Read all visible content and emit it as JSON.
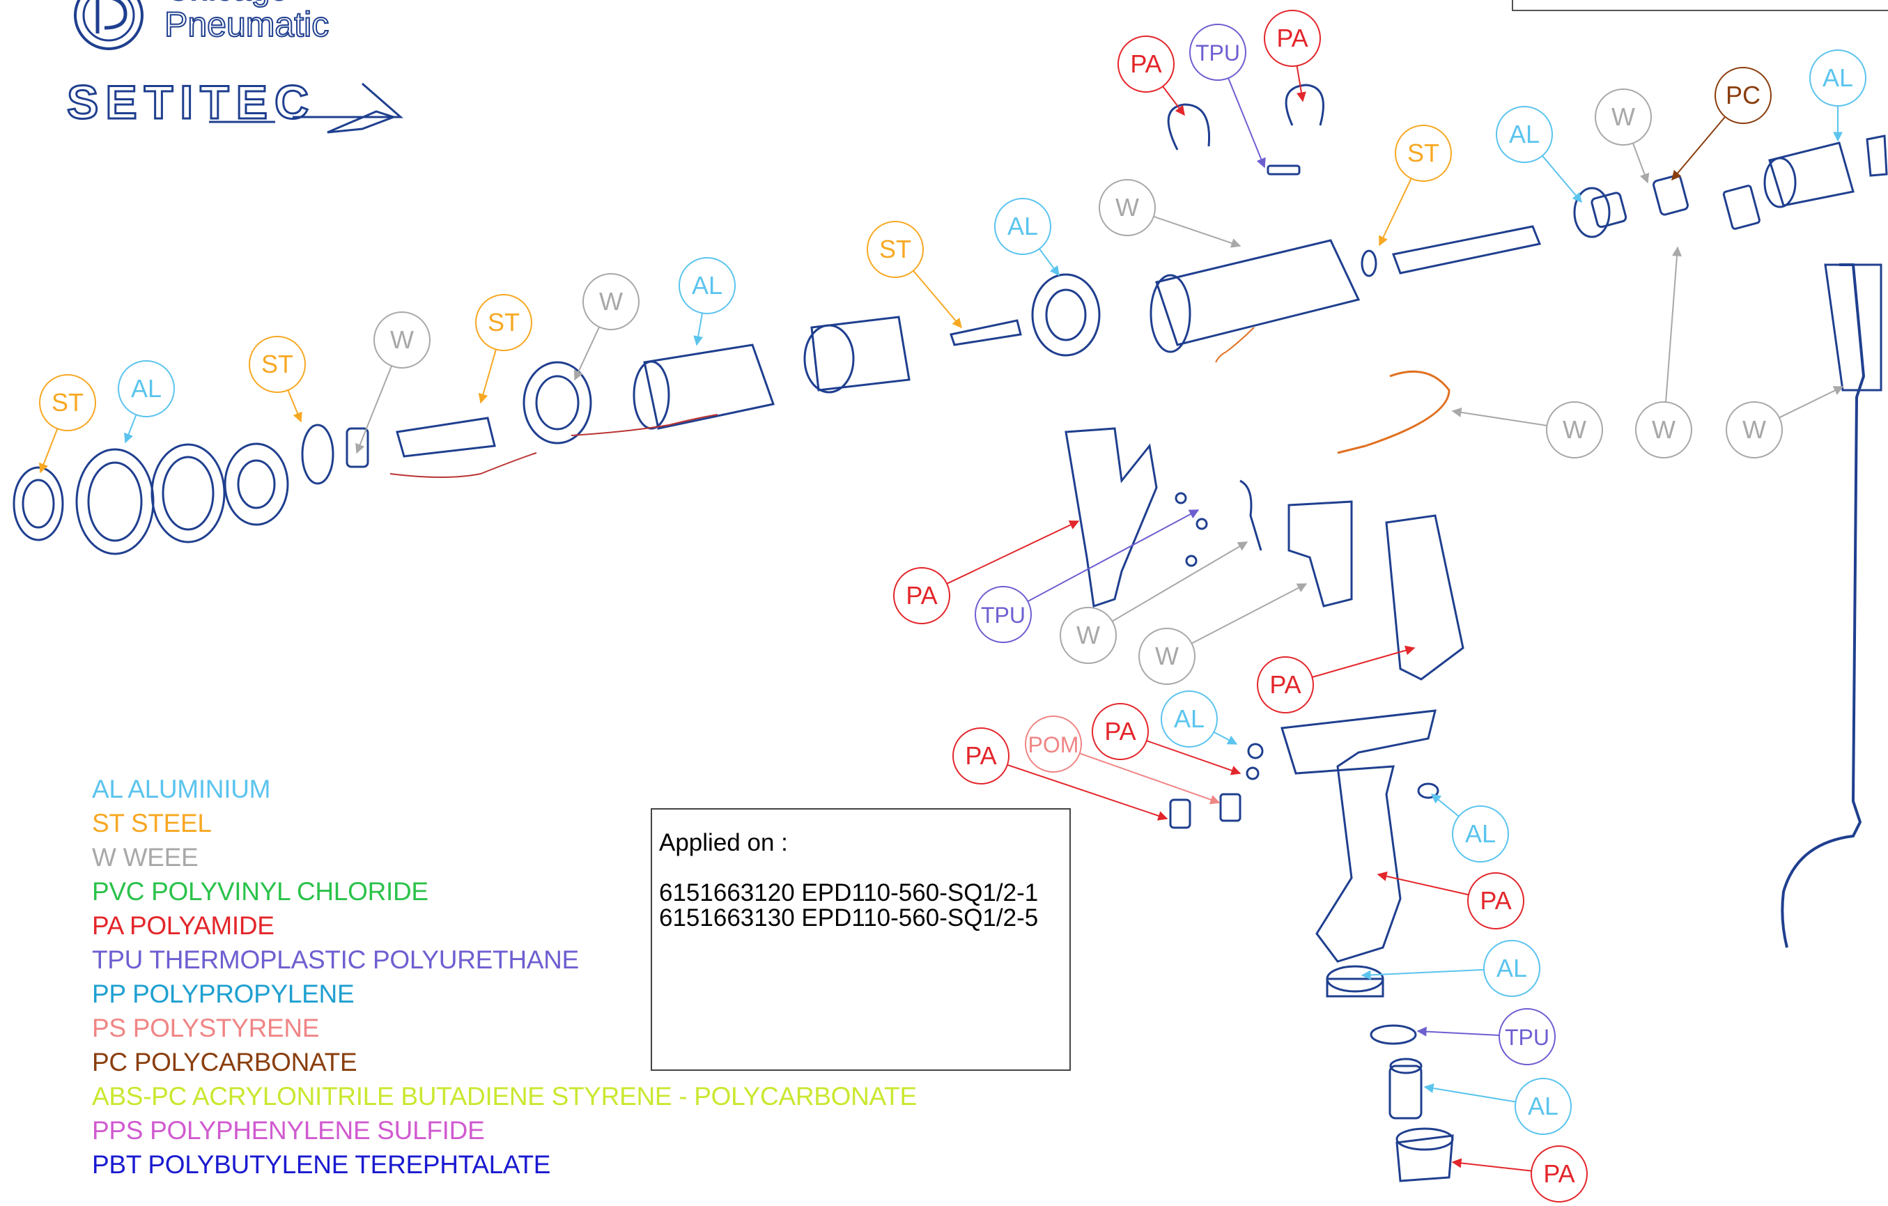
{
  "brand": {
    "top_text": "Chicago",
    "bottom_text": "Pneumatic",
    "sub_logo": "SETITEC"
  },
  "colors": {
    "AL": "#5bc4ee",
    "ST": "#f7a823",
    "W": "#a8a8a8",
    "PVC": "#2ac24a",
    "PA": "#e3262b",
    "TPU": "#6d5fd0",
    "PP": "#1e9fd0",
    "PS": "#f08585",
    "POM": "#f08585",
    "PC": "#8a3e0e",
    "ABS-PC": "#c9e830",
    "PPS": "#d05ad0",
    "PBT": "#1a1ad0",
    "parts": "#1f3f8f"
  },
  "legend": [
    {
      "code": "AL",
      "text": "AL ALUMINIUM"
    },
    {
      "code": "ST",
      "text": "ST STEEL"
    },
    {
      "code": "W",
      "text": "W WEEE"
    },
    {
      "code": "PVC",
      "text": "PVC POLYVINYL CHLORIDE"
    },
    {
      "code": "PA",
      "text": "PA POLYAMIDE"
    },
    {
      "code": "TPU",
      "text": "TPU THERMOPLASTIC POLYURETHANE"
    },
    {
      "code": "PP",
      "text": "PP POLYPROPYLENE"
    },
    {
      "code": "PS",
      "text": "PS POLYSTYRENE"
    },
    {
      "code": "PC",
      "text": "PC POLYCARBONATE"
    },
    {
      "code": "ABS-PC",
      "text": "ABS-PC ACRYLONITRILE BUTADIENE STYRENE - POLYCARBONATE"
    },
    {
      "code": "PPS",
      "text": "PPS POLYPHENYLENE SULFIDE"
    },
    {
      "code": "PBT",
      "text": "PBT POLYBUTYLENE TEREPHTALATE"
    }
  ],
  "applied_on": {
    "title": "Applied on :",
    "lines": [
      "6151663120 EPD110-560-SQ1/2-1",
      "6151663130 EPD110-560-SQ1/2-5"
    ]
  },
  "callouts": [
    {
      "label": "ST",
      "code": "ST"
    },
    {
      "label": "AL",
      "code": "AL"
    },
    {
      "label": "ST",
      "code": "ST"
    },
    {
      "label": "W",
      "code": "W"
    },
    {
      "label": "ST",
      "code": "ST"
    },
    {
      "label": "W",
      "code": "W"
    },
    {
      "label": "AL",
      "code": "AL"
    },
    {
      "label": "ST",
      "code": "ST"
    },
    {
      "label": "AL",
      "code": "AL"
    },
    {
      "label": "W",
      "code": "W"
    },
    {
      "label": "PA",
      "code": "PA"
    },
    {
      "label": "TPU",
      "code": "TPU"
    },
    {
      "label": "PA",
      "code": "PA"
    },
    {
      "label": "ST",
      "code": "ST"
    },
    {
      "label": "AL",
      "code": "AL"
    },
    {
      "label": "W",
      "code": "W"
    },
    {
      "label": "PC",
      "code": "PC"
    },
    {
      "label": "AL",
      "code": "AL"
    },
    {
      "label": "W",
      "code": "W"
    },
    {
      "label": "W",
      "code": "W"
    },
    {
      "label": "W",
      "code": "W"
    },
    {
      "label": "PA",
      "code": "PA"
    },
    {
      "label": "TPU",
      "code": "TPU"
    },
    {
      "label": "W",
      "code": "W"
    },
    {
      "label": "W",
      "code": "W"
    },
    {
      "label": "PA",
      "code": "PA"
    },
    {
      "label": "AL",
      "code": "AL"
    },
    {
      "label": "PA",
      "code": "PA"
    },
    {
      "label": "POM",
      "code": "POM"
    },
    {
      "label": "PA",
      "code": "PA"
    },
    {
      "label": "AL",
      "code": "AL"
    },
    {
      "label": "PA",
      "code": "PA"
    },
    {
      "label": "AL",
      "code": "AL"
    },
    {
      "label": "TPU",
      "code": "TPU"
    },
    {
      "label": "AL",
      "code": "AL"
    },
    {
      "label": "PA",
      "code": "PA"
    }
  ]
}
